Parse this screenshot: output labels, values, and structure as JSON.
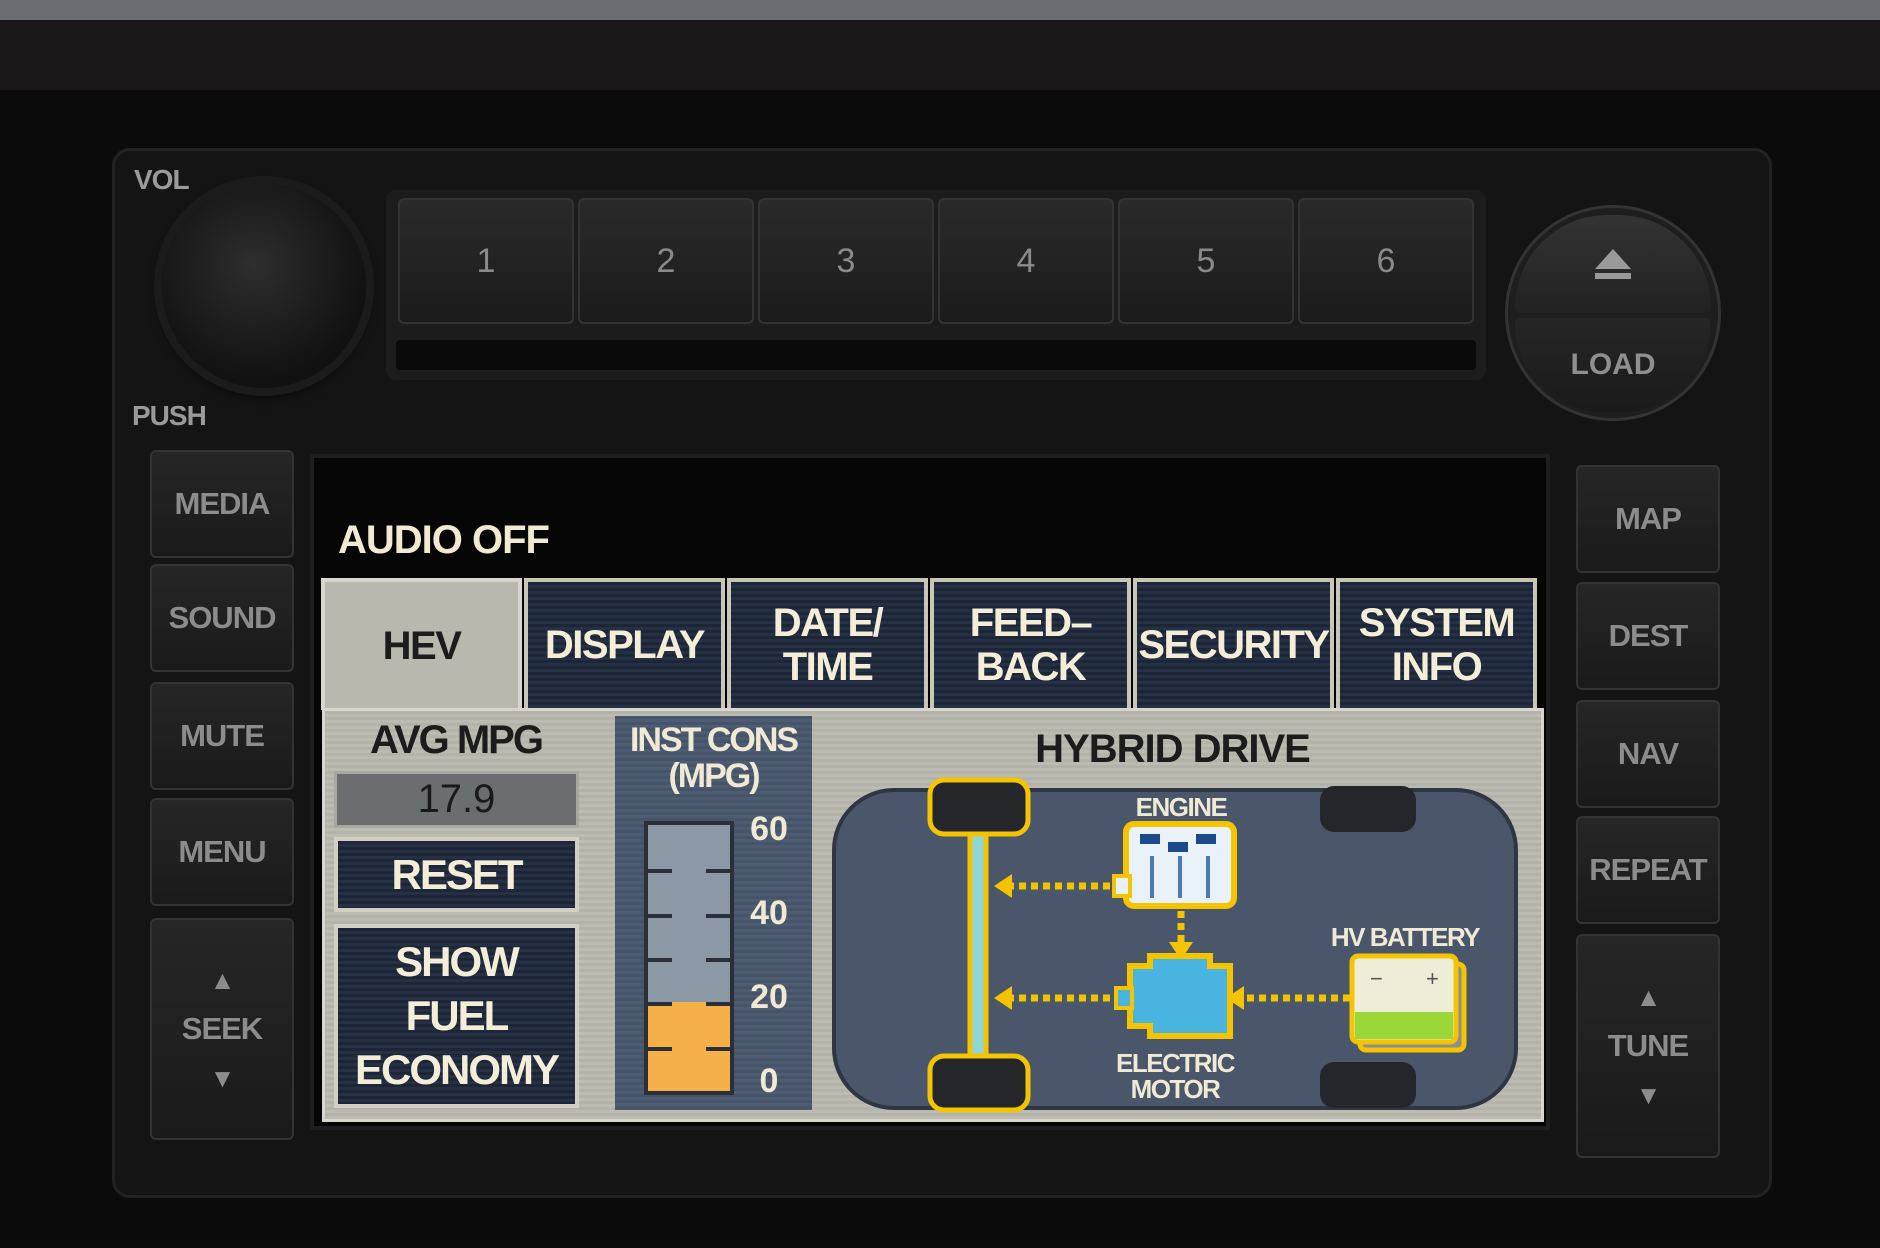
{
  "faceplate": {
    "vol_label": "VOL",
    "push_label": "PUSH",
    "presets": [
      "1",
      "2",
      "3",
      "4",
      "5",
      "6"
    ],
    "eject_icon": "eject-icon",
    "load_label": "LOAD",
    "left_buttons": [
      "MEDIA",
      "SOUND",
      "MUTE",
      "MENU"
    ],
    "seek_label": "SEEK",
    "right_buttons": [
      "MAP",
      "DEST",
      "NAV",
      "REPEAT"
    ],
    "tune_label": "TUNE"
  },
  "screen": {
    "status": "AUDIO OFF",
    "tabs": [
      {
        "label": "HEV",
        "active": true
      },
      {
        "label": "DISPLAY"
      },
      {
        "label": "DATE/\nTIME"
      },
      {
        "label": "FEED–\nBACK"
      },
      {
        "label": "SECURITY"
      },
      {
        "label": "SYSTEM\nINFO"
      }
    ],
    "avg_mpg": {
      "label": "AVG MPG",
      "value": "17.9"
    },
    "reset_label": "RESET",
    "show_fuel_label": "SHOW\nFUEL\nECONOMY",
    "inst_cons": {
      "title": "INST CONS\n(MPG)",
      "ticks": [
        "60",
        "40",
        "20",
        "0"
      ],
      "max": 60,
      "value": 20,
      "fill_color": "#f5b04a"
    },
    "hybrid_drive": {
      "title": "HYBRID DRIVE",
      "engine_label": "ENGINE",
      "motor_label": "ELECTRIC\nMOTOR",
      "battery_label": "HV BATTERY",
      "accent_color": "#f5c400"
    }
  }
}
